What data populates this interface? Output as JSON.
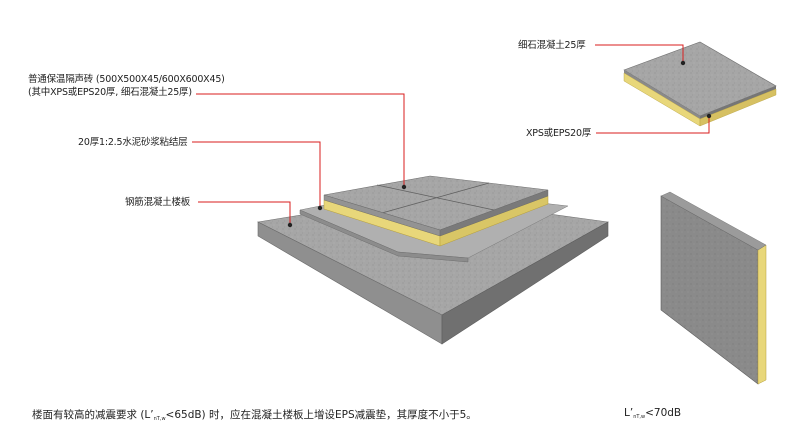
{
  "labels": {
    "brick_line1": "普通保温隔声砖 (500X500X45/600X600X45)",
    "brick_line2": "(其中XPS或EPS20厚, 细石混凝土25厚)",
    "mortar": "20厚1:2.5水泥砂浆粘结层",
    "slab": "钢筋混凝土楼板",
    "fine_concrete": "细石混凝土25厚",
    "xps_eps": "XPS或EPS20厚"
  },
  "notes": {
    "left_prefix": "楼面有较高的减震要求 (L’",
    "left_sub": "nT,w",
    "left_suffix": "<65dB) 时，应在混凝土楼板上增设EPS减震垫，其厚度不小于5。",
    "right_prefix": "L’",
    "right_sub": "nT,w",
    "right_suffix": "<70dB"
  },
  "colors": {
    "leader": "#d81e1e",
    "concrete_top": "#a7a7a7",
    "concrete_side": "#7c7c7c",
    "concrete_front": "#8e8e8e",
    "insulation": "#e8d77a"
  }
}
